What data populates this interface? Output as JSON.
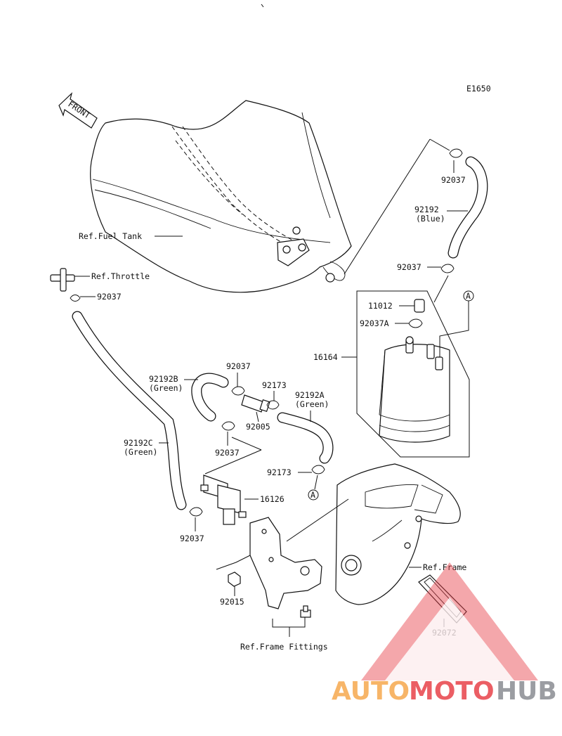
{
  "diagram_code": "E1650",
  "front_arrow_label": "FRONT",
  "callouts": {
    "ref_fuel_tank": "Ref.Fuel Tank",
    "ref_throttle": "Ref.Throttle",
    "p92037_top": "92037",
    "p92192": "92192",
    "p92192_color": "(Blue)",
    "p92037_right": "92037",
    "p11012": "11012",
    "p92037A": "92037A",
    "p16164": "16164",
    "p92037_left": "92037",
    "p92192B": "92192B",
    "p92192B_color": "(Green)",
    "p92037_mid": "92037",
    "p92173_top": "92173",
    "p92192A": "92192A",
    "p92192A_color": "(Green)",
    "p92005": "92005",
    "p92192C": "92192C",
    "p92192C_color": "(Green)",
    "p92037_mid2": "92037",
    "p92173_bottom": "92173",
    "p16126": "16126",
    "p92037_low": "92037",
    "ref_frame": "Ref.Frame",
    "p92015": "92015",
    "p92072": "92072",
    "ref_frame_fittings": "Ref.Frame Fittings",
    "marker_a_top": "A",
    "marker_a_bottom": "A"
  },
  "watermark": {
    "part1": "AUTO",
    "part2": "MOTO",
    "part3": "HUB",
    "color1": "#f6a94e",
    "color2": "#e8424a",
    "color3": "#8a8d92"
  }
}
